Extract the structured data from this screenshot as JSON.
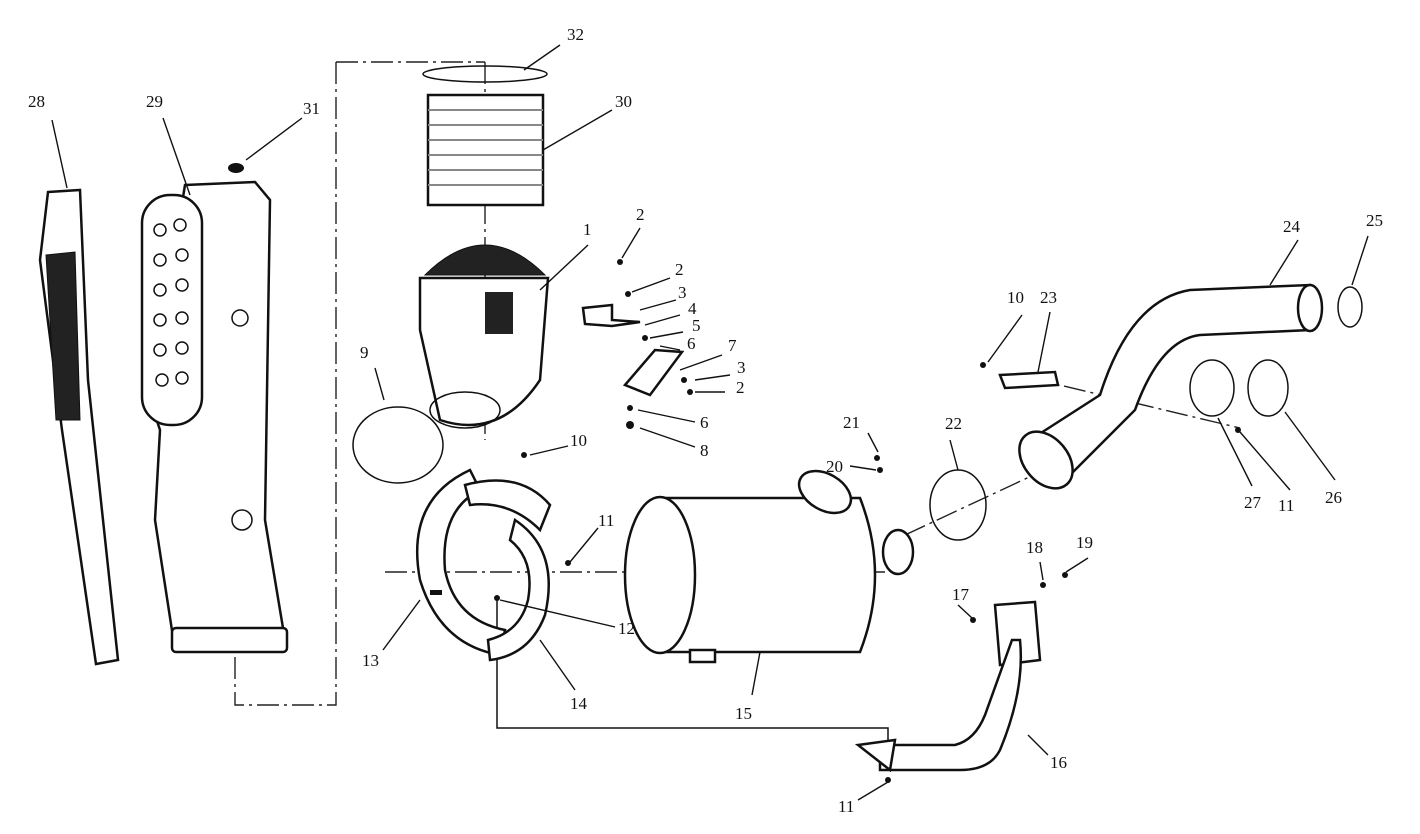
{
  "diagram": {
    "type": "exploded-parts-diagram",
    "labels": [
      "32",
      "30",
      "28",
      "29",
      "31",
      "2",
      "1",
      "2",
      "3",
      "4",
      "5",
      "6",
      "7",
      "3",
      "2",
      "6",
      "8",
      "9",
      "10",
      "11",
      "12",
      "13",
      "14",
      "15",
      "21",
      "20",
      "22",
      "10",
      "23",
      "24",
      "25",
      "27",
      "11",
      "26",
      "18",
      "19",
      "17",
      "16",
      "11"
    ]
  }
}
